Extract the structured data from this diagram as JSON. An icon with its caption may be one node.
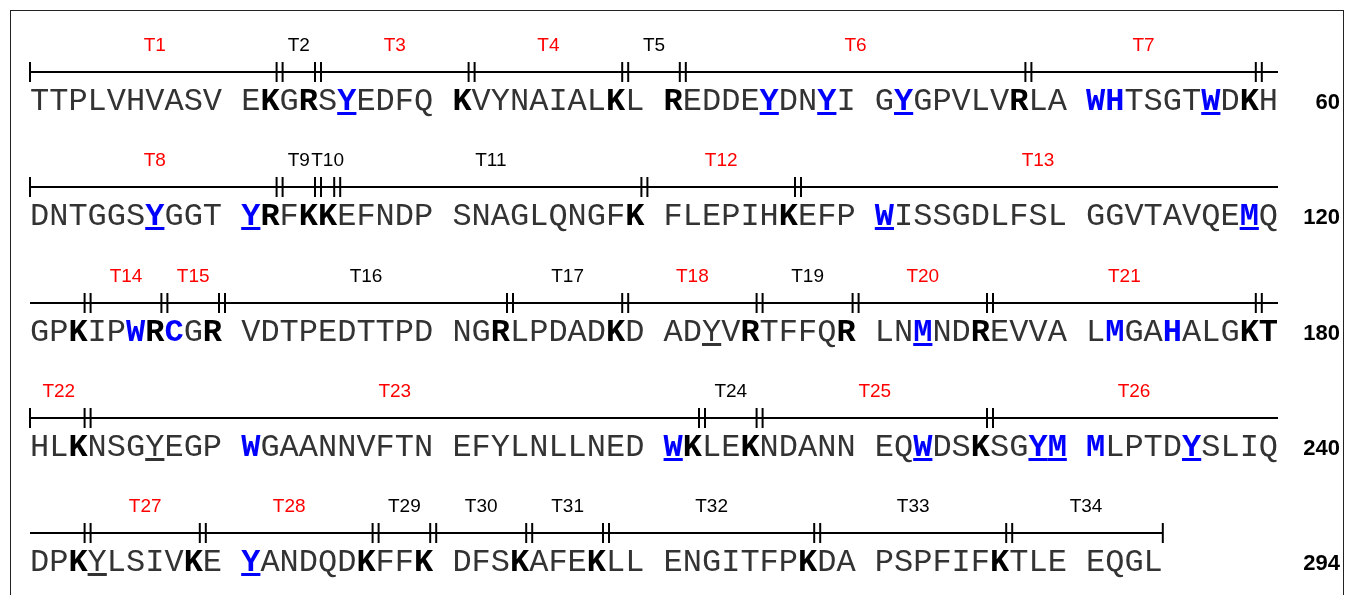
{
  "diagram": {
    "labels": [
      "T1",
      "T2",
      "T3",
      "T4",
      "T5",
      "T6",
      "T7",
      "TTPLVHVASV",
      "EKGRSYEDFQ",
      "KVYNAIALKL",
      "REDDEYDNYI",
      "GYGPVLVRLA",
      "WHTSGTWDKH",
      "60",
      "T8",
      "T9",
      "T10",
      "T11",
      "T12",
      "T13",
      "DNTGGSYGGT",
      "YRFKKEFNDP",
      "SNAGLQNGFK",
      "FLEPIHKEFP",
      "WISSGDLFSL",
      "GGVTAVQEMQ",
      "120",
      "T14",
      "T15",
      "T16",
      "T17",
      "T18",
      "T19",
      "T20",
      "T21",
      "GPKIPWRCGR",
      "VDTPEDTTPD",
      "NGRLPDADKD",
      "ADYVRTFFQR",
      "LNMNDREVVA",
      "LMGAHALGKT",
      "180",
      "T22",
      "T23",
      "T24",
      "T25",
      "T26",
      "HLKNSGYEGP",
      "WGAANNVFTN",
      "EFYLNLLNED",
      "WKLEKNDANN",
      "EQWDSKSGYM",
      "MLPTDYSLIQ",
      "240",
      "T27",
      "T28",
      "T29",
      "T30",
      "T31",
      "T32",
      "T33",
      "T34",
      "DPKYLSIVKE",
      "YANDQDKFFK",
      "DFSKAFEKLL",
      "ENGITFPKDA",
      "PSPFIFKTLE",
      "EQGL",
      "294"
    ]
  }
}
